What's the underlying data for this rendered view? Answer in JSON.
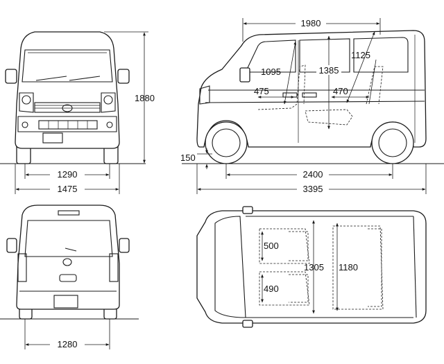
{
  "dimensions": {
    "front_track": "1290",
    "overall_width": "1475",
    "overall_height": "1880",
    "rear_track": "1280",
    "overall_length": "3395",
    "wheelbase": "2400",
    "ground_clearance": "150",
    "roof_length": "1980",
    "front_headroom": "1095",
    "cabin_height": "1385",
    "rear_headroom": "1125",
    "front_seat_depth": "475",
    "rear_seat_depth": "470",
    "seat_width_upper": "500",
    "seat_width_lower": "490",
    "cabin_width": "1305",
    "rear_cabin_width": "1180"
  }
}
